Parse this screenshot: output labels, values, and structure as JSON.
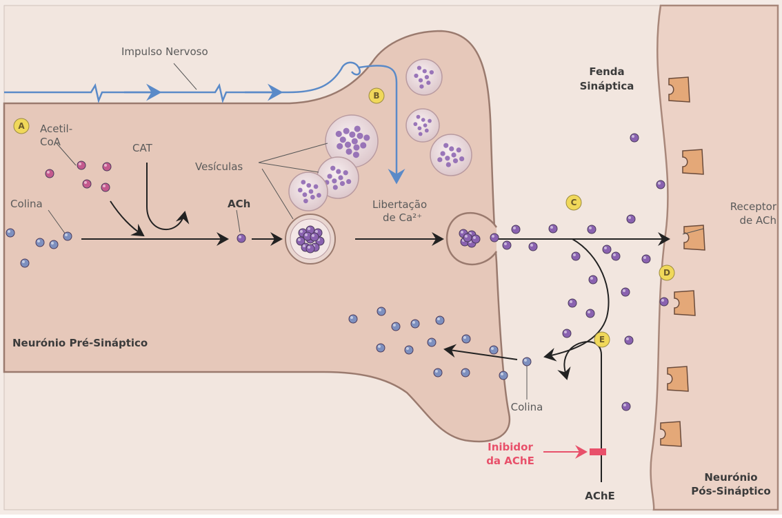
{
  "labels": {
    "impulse": "Impulso Nervoso",
    "acetyl_coa_1": "Acetil-",
    "acetyl_coa_2": "CoA",
    "cat": "CAT",
    "vesicles": "Vesículas",
    "ach": "ACh",
    "choline_left": "Colina",
    "calcium_1": "Libertação",
    "calcium_2": "de Ca²⁺",
    "cleft_1": "Fenda",
    "cleft_2": "Sináptica",
    "receptor_1": "Receptor",
    "receptor_2": "de ACh",
    "pre_neuron": "Neurónio Pré-Sináptico",
    "choline_bottom": "Colina",
    "inhibitor_1": "Inibidor",
    "inhibitor_2": "da AChE",
    "ache": "AChE",
    "post_neuron_1": "Neurónio",
    "post_neuron_2": "Pós-Sináptico"
  },
  "step_markers": {
    "a": "A",
    "b": "B",
    "c": "C",
    "d": "D",
    "e": "E"
  },
  "colors": {
    "pre_neuron_fill": "#e6c8ba",
    "pre_neuron_stroke": "#9a7a6e",
    "post_neuron_fill": "#ecd2c6",
    "background": "#f4ebe6",
    "impulse_line": "#5a8ac8",
    "ach_molecule": "#8a62b0",
    "choline_molecule": "#7e90bf",
    "acetyl_molecule": "#c45a8e",
    "receptor_fill": "#e4a878",
    "marker_fill": "#f0d85a",
    "inhibitor_color": "#e8506a"
  }
}
